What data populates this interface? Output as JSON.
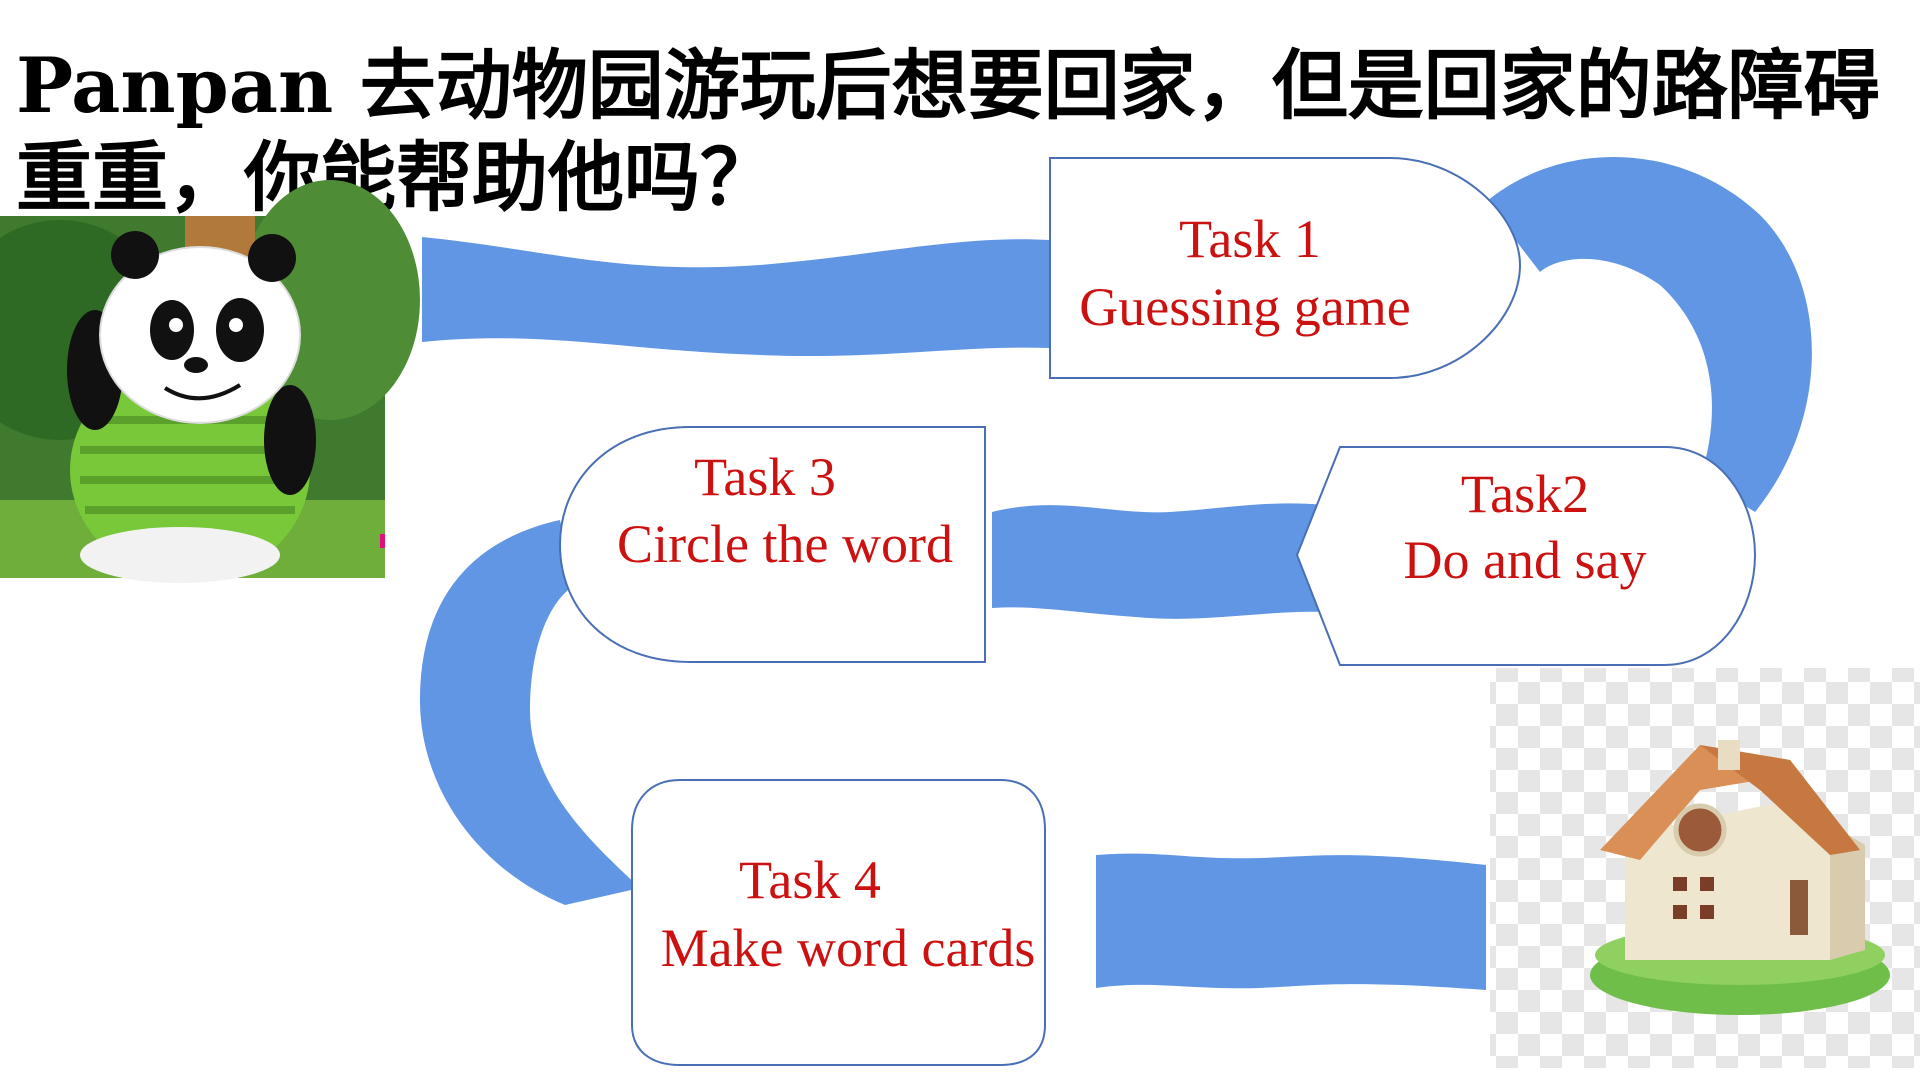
{
  "slide": {
    "title": "Panpan  去动物园游玩后想要回家，但是回家的路障碍重重，你能帮助他吗？"
  },
  "tasks": [
    {
      "line1": "Task  1",
      "line2": "Guessing game"
    },
    {
      "line1": "Task2",
      "line2": "Do and say"
    },
    {
      "line1": "Task 3",
      "line2": "Circle the word"
    },
    {
      "line1": "Task 4",
      "line2": "Make word cards"
    }
  ],
  "colors": {
    "path": "#6196e4",
    "task_text": "#cc1111",
    "box_border": "#4a6fb5"
  },
  "images": {
    "start": "panda-cartoon",
    "goal": "little-house"
  }
}
